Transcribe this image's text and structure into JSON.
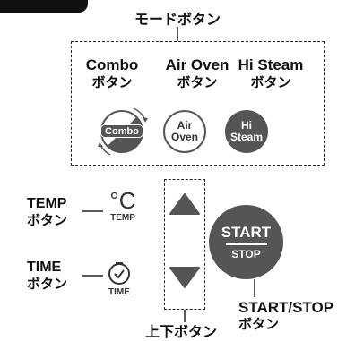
{
  "header": {
    "title": "モードボタン"
  },
  "mode_buttons": {
    "combo": {
      "label": "Combo",
      "sub": "ボタン",
      "icon_text": "Combo"
    },
    "air_oven": {
      "label": "Air Oven",
      "sub": "ボタン",
      "icon_line1": "Air",
      "icon_line2": "Oven"
    },
    "hi_steam": {
      "label": "Hi Steam",
      "sub": "ボタン",
      "icon_line1": "Hi",
      "icon_line2": "Steam"
    }
  },
  "temp": {
    "label": "TEMP",
    "sub": "ボタン",
    "icon_symbol": "°C",
    "icon_caption": "TEMP"
  },
  "time": {
    "label": "TIME",
    "sub": "ボタン",
    "icon_caption": "TIME"
  },
  "updown": {
    "label": "上下ボタン"
  },
  "start_stop": {
    "top": "START",
    "bottom": "STOP",
    "label": "START/STOP",
    "sub": "ボタン"
  },
  "colors": {
    "button_gray": "#555555",
    "black": "#111111"
  }
}
